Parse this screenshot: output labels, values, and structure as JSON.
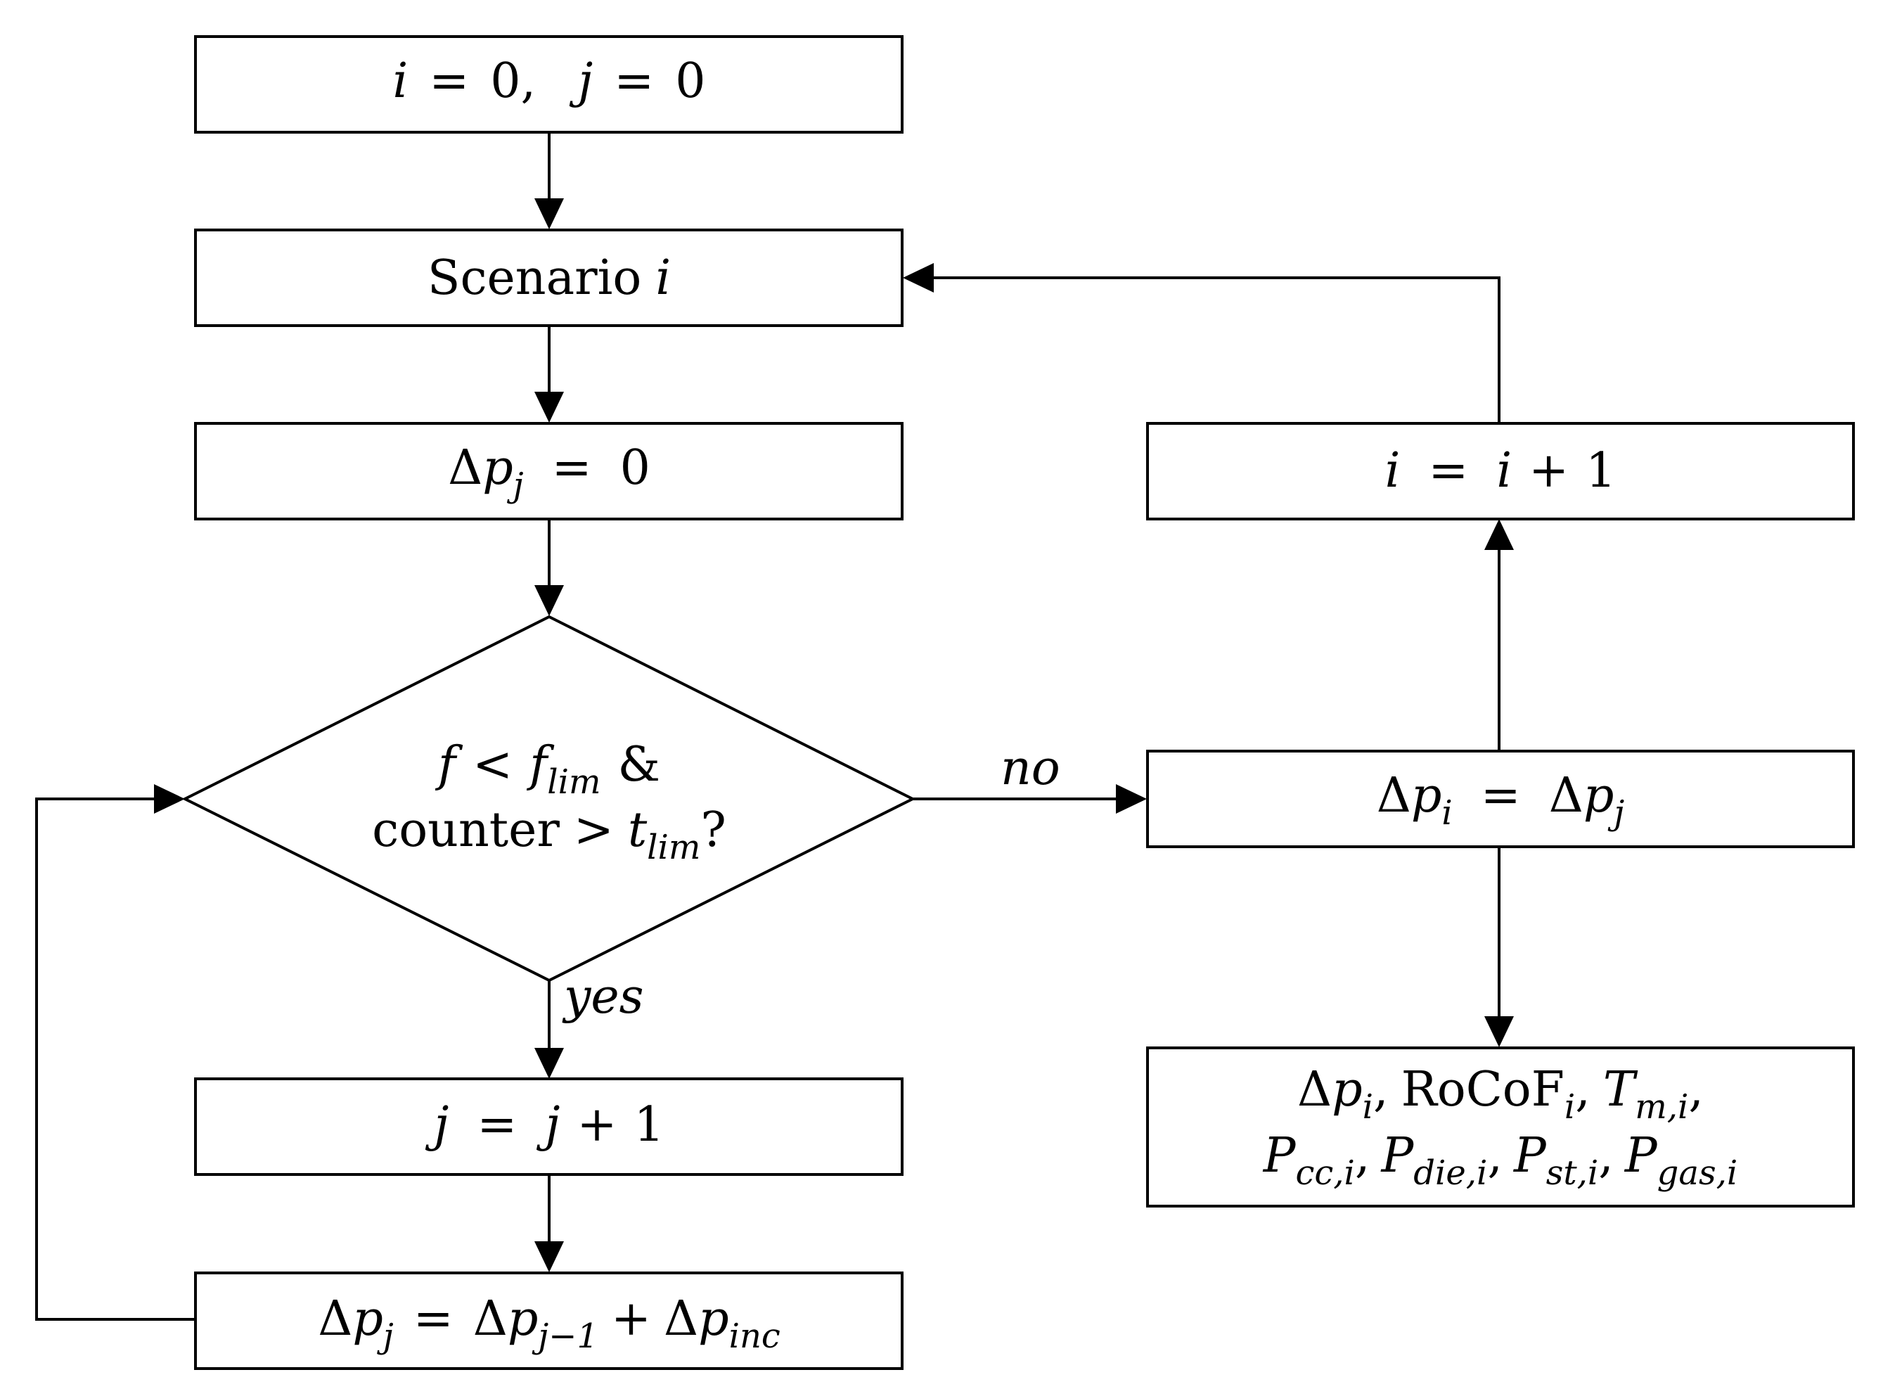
{
  "nodes": {
    "init": {
      "i": "i",
      "eq1": "=",
      "zero1": "0,",
      "j": "j",
      "eq2": "=",
      "zero2": "0"
    },
    "scenario": {
      "word": "Scenario",
      "var": "i"
    },
    "dp_reset": {
      "delta": "Δ",
      "p": "p",
      "sub": "j",
      "eq": "=",
      "val": "0"
    },
    "decision": {
      "line1_f": "f",
      "line1_lt": "<",
      "line1_f2": "f",
      "line1_sub": "lim",
      "line1_amp": "&",
      "line2_counter": "counter",
      "line2_gt": ">",
      "line2_t": "t",
      "line2_sub": "lim",
      "line2_q": "?"
    },
    "j_inc": {
      "j": "j",
      "eq": "=",
      "j2": "j",
      "plus": "+",
      "one": "1"
    },
    "dp_update": {
      "delta1": "Δ",
      "p1": "p",
      "sub1": "j",
      "eq": "=",
      "delta2": "Δ",
      "p2": "p",
      "sub2": "j−1",
      "plus": "+",
      "delta3": "Δ",
      "p3": "p",
      "sub3": "inc"
    },
    "dp_store": {
      "delta1": "Δ",
      "p1": "p",
      "sub1": "i",
      "eq": "=",
      "delta2": "Δ",
      "p2": "p",
      "sub2": "j"
    },
    "i_inc": {
      "i": "i",
      "eq": "=",
      "i2": "i",
      "plus": "+",
      "one": "1"
    },
    "outputs": {
      "line1": {
        "delta": "Δ",
        "p": "p",
        "p_sub": "i",
        "c1": ",",
        "rocof": "RoCoF",
        "rocof_sub": "i",
        "c2": ",",
        "T": "T",
        "T_sub": "m,i",
        "c3": ","
      },
      "line2": {
        "P1": "P",
        "P1_sub": "cc,i",
        "c1": ",",
        "P2": "P",
        "P2_sub": "die,i",
        "c2": ",",
        "P3": "P",
        "P3_sub": "st,i",
        "c3": ",",
        "P4": "P",
        "P4_sub": "gas,i"
      }
    }
  },
  "edge_labels": {
    "no": "no",
    "yes": "yes"
  }
}
